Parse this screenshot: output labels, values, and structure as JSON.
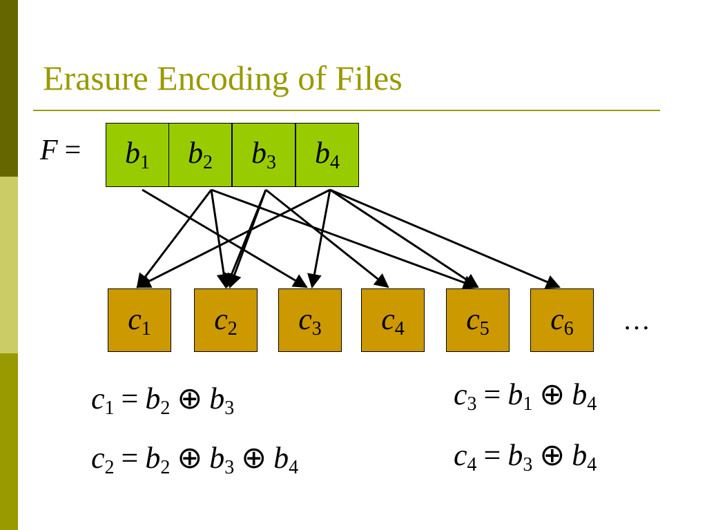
{
  "slide": {
    "title": "Erasure Encoding of Files",
    "file_label": "F",
    "equals": "=",
    "ellipsis": "…"
  },
  "file_blocks": [
    {
      "letter": "b",
      "sub": "1"
    },
    {
      "letter": "b",
      "sub": "2"
    },
    {
      "letter": "b",
      "sub": "3"
    },
    {
      "letter": "b",
      "sub": "4"
    }
  ],
  "coded_blocks": [
    {
      "letter": "c",
      "sub": "1"
    },
    {
      "letter": "c",
      "sub": "2"
    },
    {
      "letter": "c",
      "sub": "3"
    },
    {
      "letter": "c",
      "sub": "4"
    },
    {
      "letter": "c",
      "sub": "5"
    },
    {
      "letter": "c",
      "sub": "6"
    }
  ],
  "equations": [
    {
      "lhs": {
        "letter": "c",
        "sub": "1"
      },
      "terms": [
        {
          "letter": "b",
          "sub": "2"
        },
        {
          "letter": "b",
          "sub": "3"
        }
      ]
    },
    {
      "lhs": {
        "letter": "c",
        "sub": "2"
      },
      "terms": [
        {
          "letter": "b",
          "sub": "2"
        },
        {
          "letter": "b",
          "sub": "3"
        },
        {
          "letter": "b",
          "sub": "4"
        }
      ]
    },
    {
      "lhs": {
        "letter": "c",
        "sub": "3"
      },
      "terms": [
        {
          "letter": "b",
          "sub": "1"
        },
        {
          "letter": "b",
          "sub": "4"
        }
      ]
    },
    {
      "lhs": {
        "letter": "c",
        "sub": "4"
      },
      "terms": [
        {
          "letter": "b",
          "sub": "3"
        },
        {
          "letter": "b",
          "sub": "4"
        }
      ]
    }
  ],
  "operator_symbols": {
    "equals": "=",
    "xor": "⊕"
  },
  "edges": [
    {
      "from": "b1",
      "to": "c3"
    },
    {
      "from": "b2",
      "to": "c1"
    },
    {
      "from": "b2",
      "to": "c2"
    },
    {
      "from": "b2",
      "to": "c5"
    },
    {
      "from": "b3",
      "to": "c2"
    },
    {
      "from": "b3",
      "to": "c2"
    },
    {
      "from": "b3",
      "to": "c4"
    },
    {
      "from": "b4",
      "to": "c1"
    },
    {
      "from": "b4",
      "to": "c3"
    },
    {
      "from": "b4",
      "to": "c5"
    },
    {
      "from": "b4",
      "to": "c6"
    }
  ],
  "colors": {
    "title": "#999900",
    "file_block": "#99cc00",
    "coded_block": "#cc9900",
    "sidebar_dark": "#666600",
    "sidebar_light": "#cccc66",
    "sidebar_mid": "#999900"
  }
}
